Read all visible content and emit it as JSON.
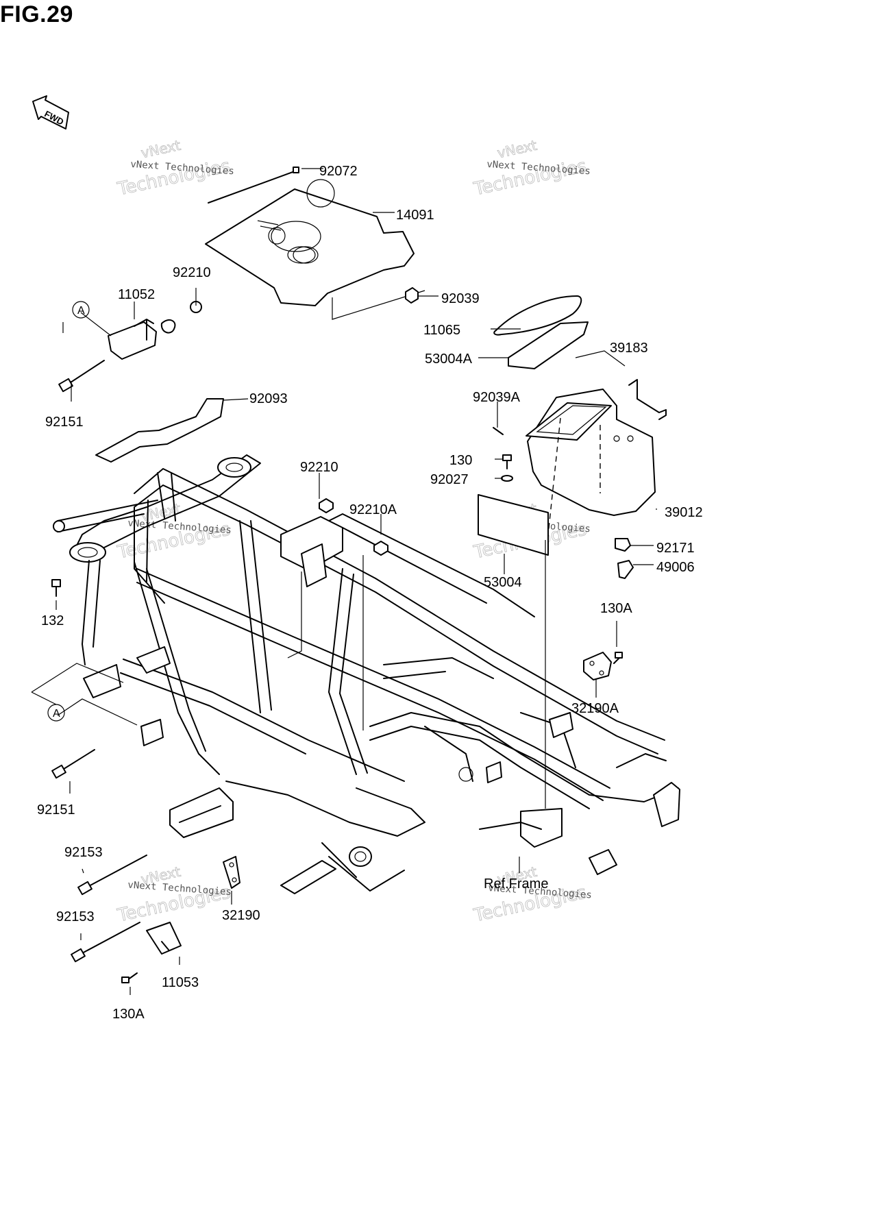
{
  "figure": {
    "title": "FIG.29",
    "fwd_badge": "FWD",
    "ref_text": "Ref.Frame",
    "circle_marker": "A"
  },
  "watermark": {
    "line1": "vNext Technologies",
    "line2": "vNext",
    "line3": "Technologies"
  },
  "parts": [
    {
      "id": "92072"
    },
    {
      "id": "14091"
    },
    {
      "id": "92039"
    },
    {
      "id": "92210"
    },
    {
      "id": "11052"
    },
    {
      "id": "92151"
    },
    {
      "id": "92093"
    },
    {
      "id": "11065"
    },
    {
      "id": "53004A"
    },
    {
      "id": "39183"
    },
    {
      "id": "92039A"
    },
    {
      "id": "130"
    },
    {
      "id": "92027"
    },
    {
      "id": "39012"
    },
    {
      "id": "92171"
    },
    {
      "id": "49006"
    },
    {
      "id": "53004"
    },
    {
      "id": "92210"
    },
    {
      "id": "92210A"
    },
    {
      "id": "132"
    },
    {
      "id": "130A"
    },
    {
      "id": "32190A"
    },
    {
      "id": "92151"
    },
    {
      "id": "92153"
    },
    {
      "id": "32190"
    },
    {
      "id": "92153"
    },
    {
      "id": "11053"
    },
    {
      "id": "130A"
    }
  ]
}
